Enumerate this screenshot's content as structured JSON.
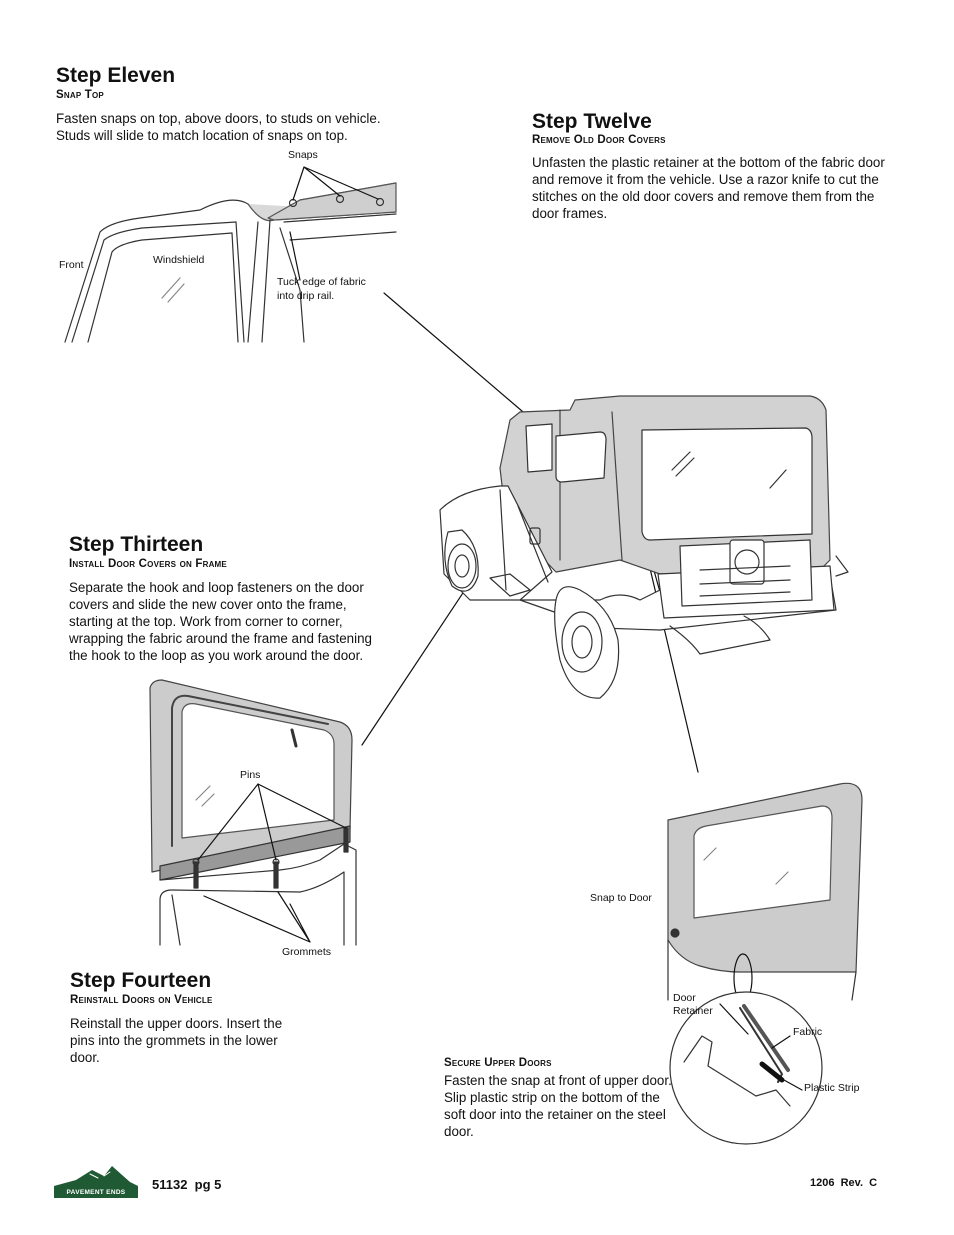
{
  "step11": {
    "title": "Step Eleven",
    "subtitle": "Snap Top",
    "text": "Fasten snaps on top, above doors, to studs on vehicle. Studs will slide to match location of snaps on top.",
    "labels": {
      "snaps": "Snaps",
      "front": "Front",
      "windshield": "Windshield",
      "tuck1": "Tuck edge of fabric",
      "tuck2": "into drip rail."
    }
  },
  "step12": {
    "title": "Step Twelve",
    "subtitle": "Remove Old Door Covers",
    "text": "Unfasten the plastic retainer at the bottom of the fabric door and remove it from the vehicle. Use a razor knife to cut the stitches on the old door covers and remove them from the door frames."
  },
  "step13": {
    "title": "Step Thirteen",
    "subtitle": "Install Door Covers on Frame",
    "text": "Separate the hook and loop fasteners on the door covers and slide the new cover onto the frame, starting at the top. Work from corner to corner, wrapping the fabric around the frame and fastening the hook to the loop as you work around the door.",
    "labels": {
      "pins": "Pins",
      "grommets": "Grommets"
    }
  },
  "step14": {
    "title": "Step Fourteen",
    "subtitle": "Reinstall Doors on Vehicle",
    "text": "Reinstall the upper doors. Insert the pins into the grommets in the lower door."
  },
  "secure": {
    "subtitle": "Secure Upper Doors",
    "text": "Fasten the  snap at front of upper door. Slip plastic strip on the bottom of the soft door into the retainer on the steel door.",
    "labels": {
      "snap_to_door": "Snap to Door",
      "door": "Door",
      "retainer": "Retainer",
      "fabric": "Fabric",
      "plastic_strip": "Plastic Strip"
    }
  },
  "footer": {
    "logo_text": "PAVEMENT ENDS",
    "page": "51132  pg 5",
    "rev": "1206  Rev.  C"
  }
}
